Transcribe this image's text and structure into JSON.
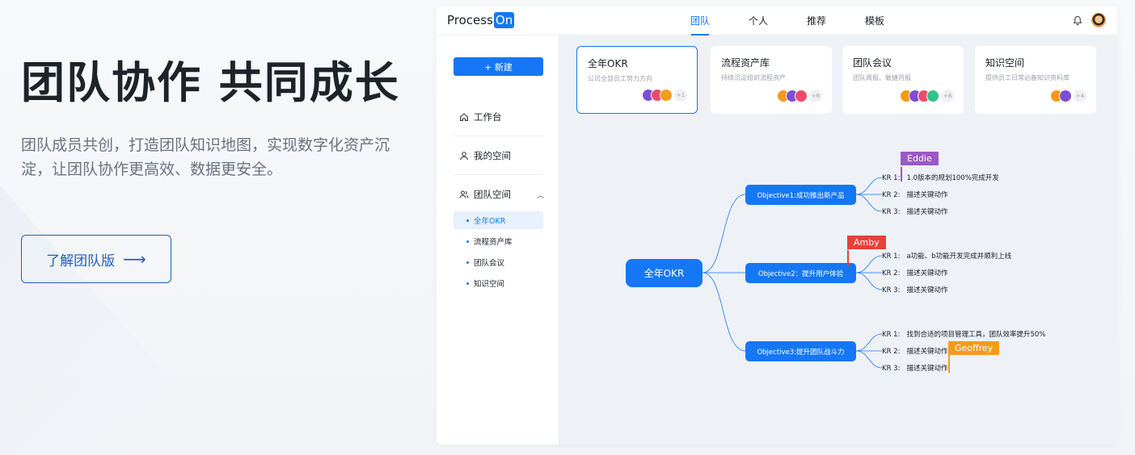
{
  "hero": {
    "title": "团队协作 共同成长",
    "description": "团队成员共创，打造团队知识地图，实现数字化资产沉淀，让团队协作更高效、数据更安全。",
    "button_label": "了解团队版",
    "button_arrow": "⟶"
  },
  "app": {
    "logo_text": "Process",
    "logo_badge": "On",
    "nav": [
      {
        "label": "团队",
        "active": true
      },
      {
        "label": "个人",
        "active": false
      },
      {
        "label": "推荐",
        "active": false
      },
      {
        "label": "模板",
        "active": false
      }
    ],
    "sidebar": {
      "new_label": "+ 新建",
      "items": [
        {
          "label": "工作台",
          "icon": "home-icon"
        },
        {
          "label": "我的空间",
          "icon": "user-icon"
        },
        {
          "label": "团队空间",
          "icon": "team-icon"
        }
      ],
      "collapse_glyph": "︿",
      "sub_items": [
        {
          "label": "全年OKR",
          "active": true
        },
        {
          "label": "流程资产库",
          "active": false
        },
        {
          "label": "团队会议",
          "active": false
        },
        {
          "label": "知识空间",
          "active": false
        }
      ]
    },
    "cards": [
      {
        "title": "全年OKR",
        "subtitle": "公司全部员工努力方向",
        "more": "+1",
        "avatars": 3,
        "selected": true
      },
      {
        "title": "流程资产库",
        "subtitle": "持续沉淀组织流程资产",
        "more": "+6",
        "avatars": 3,
        "selected": false
      },
      {
        "title": "团队会议",
        "subtitle": "团队周报、敏捷月报",
        "more": "+8",
        "avatars": 4,
        "selected": false
      },
      {
        "title": "知识空间",
        "subtitle": "提供员工日常必备知识资料库",
        "more": "+4",
        "avatars": 2,
        "selected": false
      }
    ],
    "mindmap": {
      "root": "全年OKR",
      "objectives": [
        {
          "label": "Objective1:成功推出新产品",
          "krs": [
            {
              "key": "KR 1:",
              "text": "1.0版本的规划100%完成开发"
            },
            {
              "key": "KR 2:",
              "text": "描述关键动作"
            },
            {
              "key": "KR 3:",
              "text": "描述关键动作"
            }
          ]
        },
        {
          "label": "Objective2：提升用户体验",
          "krs": [
            {
              "key": "KR 1:",
              "text": "a功能、b功能开发完成并顺利上线"
            },
            {
              "key": "KR 2:",
              "text": "描述关键动作"
            },
            {
              "key": "KR 3:",
              "text": "描述关键动作"
            }
          ]
        },
        {
          "label": "Objective3:提升团队战斗力",
          "krs": [
            {
              "key": "KR 1:",
              "text": "找到合适的项目管理工具，团队效率提升50%"
            },
            {
              "key": "KR 2:",
              "text": "描述关键动作"
            },
            {
              "key": "KR 3:",
              "text": "描述关键动作"
            }
          ]
        }
      ],
      "tags": [
        {
          "name": "Eddie",
          "color": "#9b59c6"
        },
        {
          "name": "Amby",
          "color": "#e8403a"
        },
        {
          "name": "Geoffrey",
          "color": "#f59b1c"
        }
      ]
    },
    "colors": {
      "accent": "#1577f5",
      "hero_button": "#1f5fbf"
    }
  }
}
